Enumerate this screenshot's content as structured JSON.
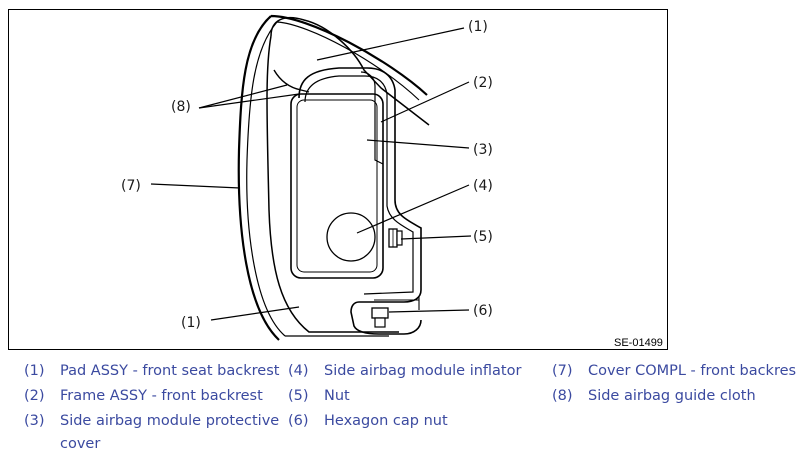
{
  "figure": {
    "code": "SE-01499",
    "callouts": {
      "c1_top": "(1)",
      "c2": "(2)",
      "c3": "(3)",
      "c4": "(4)",
      "c5": "(5)",
      "c6": "(6)",
      "c7": "(7)",
      "c8": "(8)",
      "c1_bottom": "(1)"
    }
  },
  "legend": [
    {
      "num": "(1)",
      "text": "Pad ASSY - front seat backrest"
    },
    {
      "num": "(2)",
      "text": "Frame ASSY - front backrest"
    },
    {
      "num": "(3)",
      "text": "Side airbag module protective",
      "text2": "cover"
    },
    {
      "num": "(4)",
      "text": "Side airbag module inflator"
    },
    {
      "num": "(5)",
      "text": "Nut"
    },
    {
      "num": "(6)",
      "text": "Hexagon cap nut"
    },
    {
      "num": "(7)",
      "text": "Cover COMPL - front backrest"
    },
    {
      "num": "(8)",
      "text": "Side airbag guide cloth"
    }
  ]
}
